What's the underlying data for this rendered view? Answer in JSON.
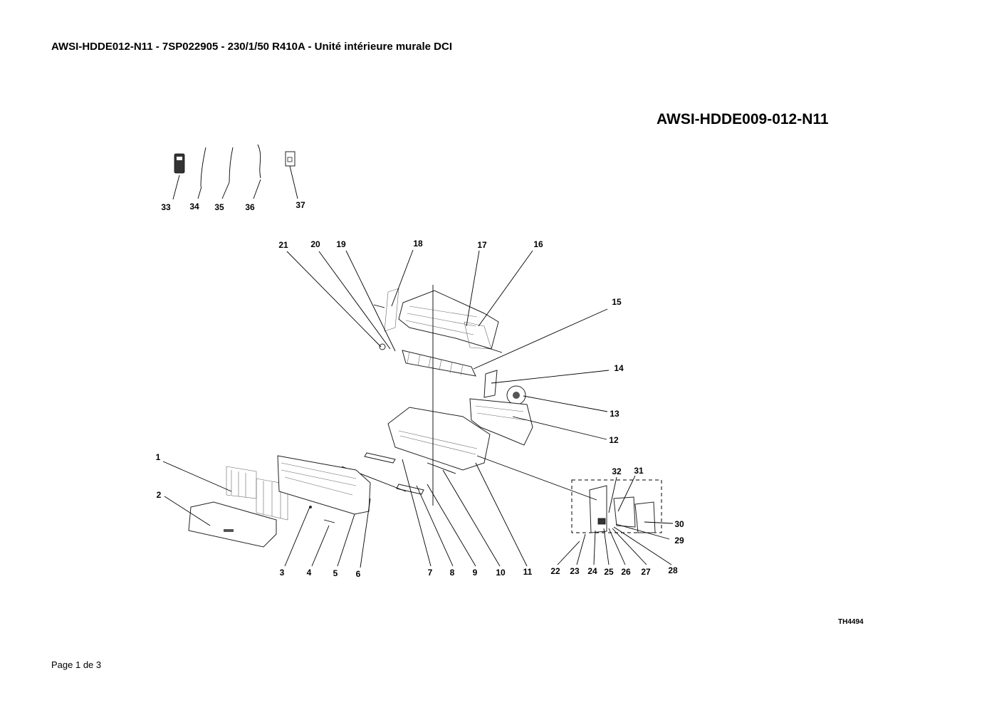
{
  "header": {
    "title": "AWSI-HDDE012-N11 - 7SP022905 - 230/1/50 R410A - Unité intérieure murale DCI"
  },
  "diagram": {
    "model": "AWSI-HDDE009-012-N11",
    "drawing_code": "TH4494",
    "callouts": [
      "1",
      "2",
      "3",
      "4",
      "5",
      "6",
      "7",
      "8",
      "9",
      "10",
      "11",
      "12",
      "13",
      "14",
      "15",
      "16",
      "17",
      "18",
      "19",
      "20",
      "21",
      "22",
      "23",
      "24",
      "25",
      "26",
      "27",
      "28",
      "29",
      "30",
      "31",
      "32",
      "33",
      "34",
      "35",
      "36",
      "37"
    ]
  },
  "footer": {
    "page": "Page 1 de 3"
  }
}
